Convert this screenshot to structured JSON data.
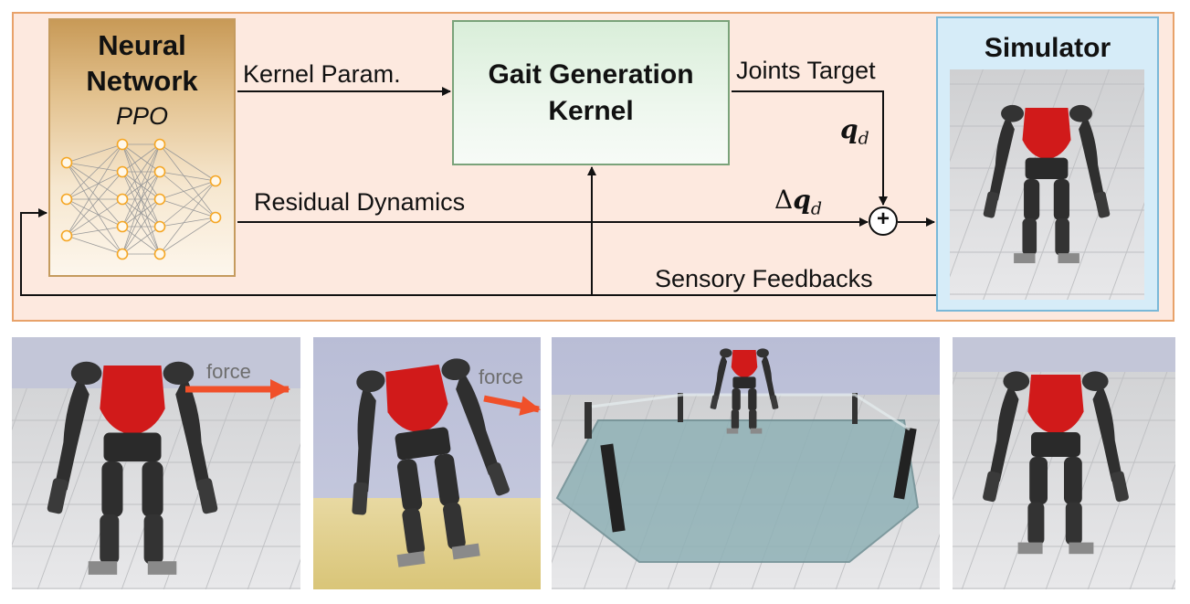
{
  "diagram": {
    "neural_network": {
      "title_line1": "Neural",
      "title_line2": "Network",
      "subtitle": "PPO"
    },
    "gait_kernel": {
      "title_line1": "Gait Generation",
      "title_line2": "Kernel"
    },
    "simulator": {
      "title": "Simulator"
    },
    "edges": {
      "kernel_param": "Kernel Param.",
      "joints_target": "Joints Target",
      "residual_dynamics": "Residual Dynamics",
      "sensory_feedbacks": "Sensory Feedbacks",
      "q_d_symbol": "q",
      "q_d_sub": "d",
      "delta_symbol": "Δ",
      "delta_q_symbol": "q",
      "delta_q_sub": "d",
      "sum_symbol": "+"
    }
  },
  "photos": {
    "force_label_1": "force",
    "force_label_2": "force"
  },
  "colors": {
    "panel_bg": "#fde9df",
    "panel_border": "#e8a26a",
    "robot_torso": "#d11a1a",
    "robot_body": "#2e2e2e",
    "force_arrow": "#f0502a",
    "node_color": "#f5a623"
  }
}
